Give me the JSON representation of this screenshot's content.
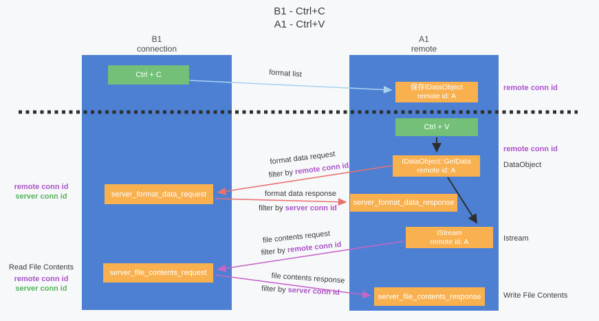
{
  "title": {
    "line1": "B1 - Ctrl+C",
    "line2": "A1 - Ctrl+V"
  },
  "lifelines": {
    "left": {
      "name": "B1",
      "role": "connection"
    },
    "right": {
      "name": "A1",
      "role": "remote"
    }
  },
  "boxes": {
    "ctrl_c": "Ctrl + C",
    "ctrl_v": "Ctrl + V",
    "save_dataobject": {
      "line1": "保存IDataObject",
      "line2": "remote id: A"
    },
    "getdata": {
      "line1": "IDataObject::GetData",
      "line2": "remote id: A"
    },
    "istream": {
      "line1": "IStream",
      "line2": "remote id: A"
    },
    "format_request": "server_format_data_request",
    "format_response": "server_format_data_response",
    "file_request": "server_file_contents_request",
    "file_response": "server_file_contents_response"
  },
  "arrow_labels": {
    "format_list": "format list",
    "format_data_request": "format data request",
    "format_data_response": "format data response",
    "file_contents_request": "file contents request",
    "file_contents_response": "file contents response",
    "filter_by": "filter by ",
    "remote_conn_id": "remote conn id",
    "server_conn_id": "server conn id"
  },
  "side_labels": {
    "right_remote_conn_id_top": "remote conn id",
    "right_remote_conn_id_mid": "remote conn id",
    "dataobject": "DataObject",
    "istream": "Istream",
    "write_file_contents": "Write File Contents",
    "left_remote_conn_id_1": "remote conn id",
    "left_server_conn_id_1": "server conn id",
    "read_file_contents": "Read File Contents",
    "left_remote_conn_id_2": "remote conn id",
    "left_server_conn_id_2": "server conn id"
  },
  "colors": {
    "background": "#f7f8fa",
    "lifeline_blue": "#4d80d2",
    "action_green": "#74c078",
    "message_orange": "#f9b04f",
    "purple_text": "#aa55c8",
    "green_text": "#56b35c",
    "dark_text": "#3c3c3c",
    "request_red_arrow": "#e97170",
    "file_magenta_arrow": "#c765c9",
    "format_list_blue_arrow": "#a8d2ef",
    "black_arrow": "#2e2e2e"
  }
}
